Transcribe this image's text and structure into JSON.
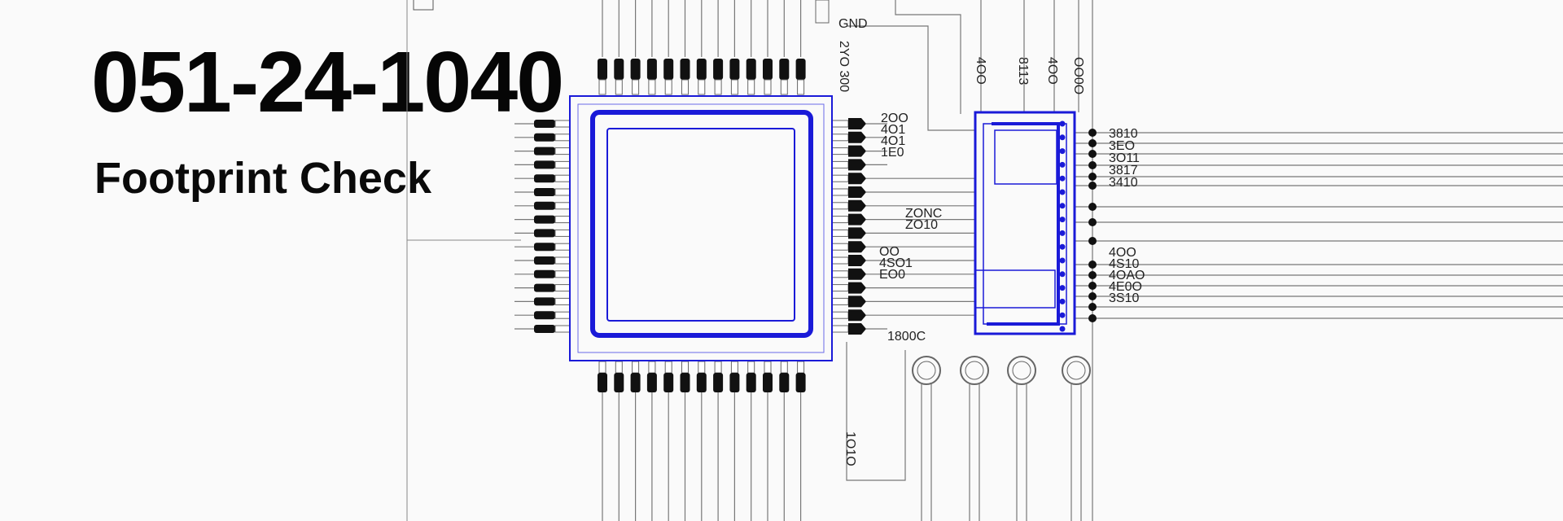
{
  "header": {
    "title": "051-24-1040",
    "subtitle": "Footprint Check"
  },
  "colors": {
    "accent": "#1a1ad8",
    "trace": "#666666",
    "pin": "#111111"
  },
  "pin_labels": {
    "gnd": "GND",
    "top_vertical": "2YO 300",
    "module_top": [
      "4OO",
      "8113",
      "4OO",
      "OO0O"
    ],
    "chip_right_top": [
      "2OO",
      "4O1",
      "4O1",
      "1E0"
    ],
    "chip_right_mid": [
      "ZONC",
      "ZO10"
    ],
    "chip_right_low": [
      "OO",
      "4SO1",
      "EO0"
    ],
    "chip_bottom_right": "1800C",
    "bottom_vertical": "1O1O",
    "right_upper": [
      "3810",
      "3EO",
      "3O11",
      "3817",
      "3410"
    ],
    "right_lower": [
      "4OO",
      "4S10",
      "4OAO",
      "4E0O",
      "3S10"
    ]
  }
}
